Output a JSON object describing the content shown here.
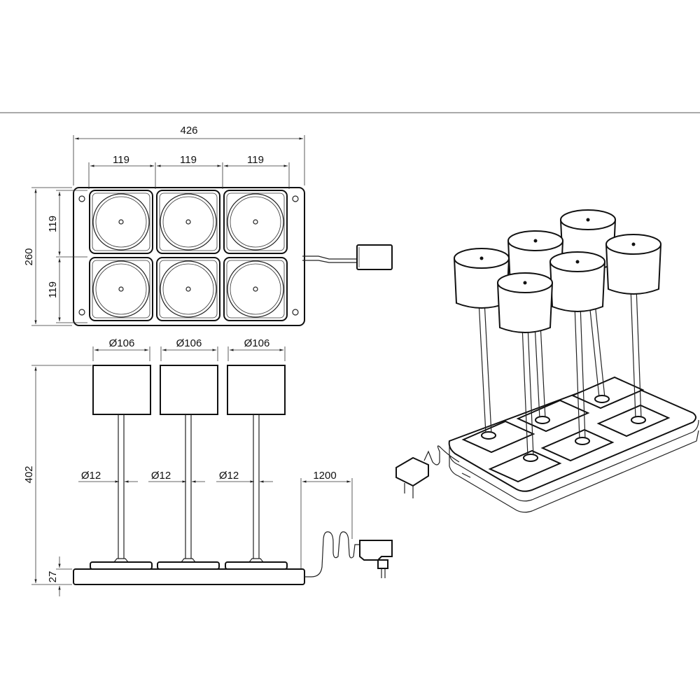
{
  "top_view": {
    "overall_width": "426",
    "cell_widths": [
      "119",
      "119",
      "119"
    ],
    "overall_height": "260",
    "row_heights": [
      "119",
      "119"
    ]
  },
  "side_view": {
    "shade_diameters": [
      "Ø106",
      "Ø106",
      "Ø106"
    ],
    "stem_diameters": [
      "Ø12",
      "Ø12",
      "Ø12"
    ],
    "height": "402",
    "base_height": "27",
    "cable_length": "1200"
  },
  "colors": {
    "line": "#222222",
    "background": "#ffffff"
  },
  "icons": [
    "power-adapter-icon",
    "coiled-cable-icon"
  ]
}
